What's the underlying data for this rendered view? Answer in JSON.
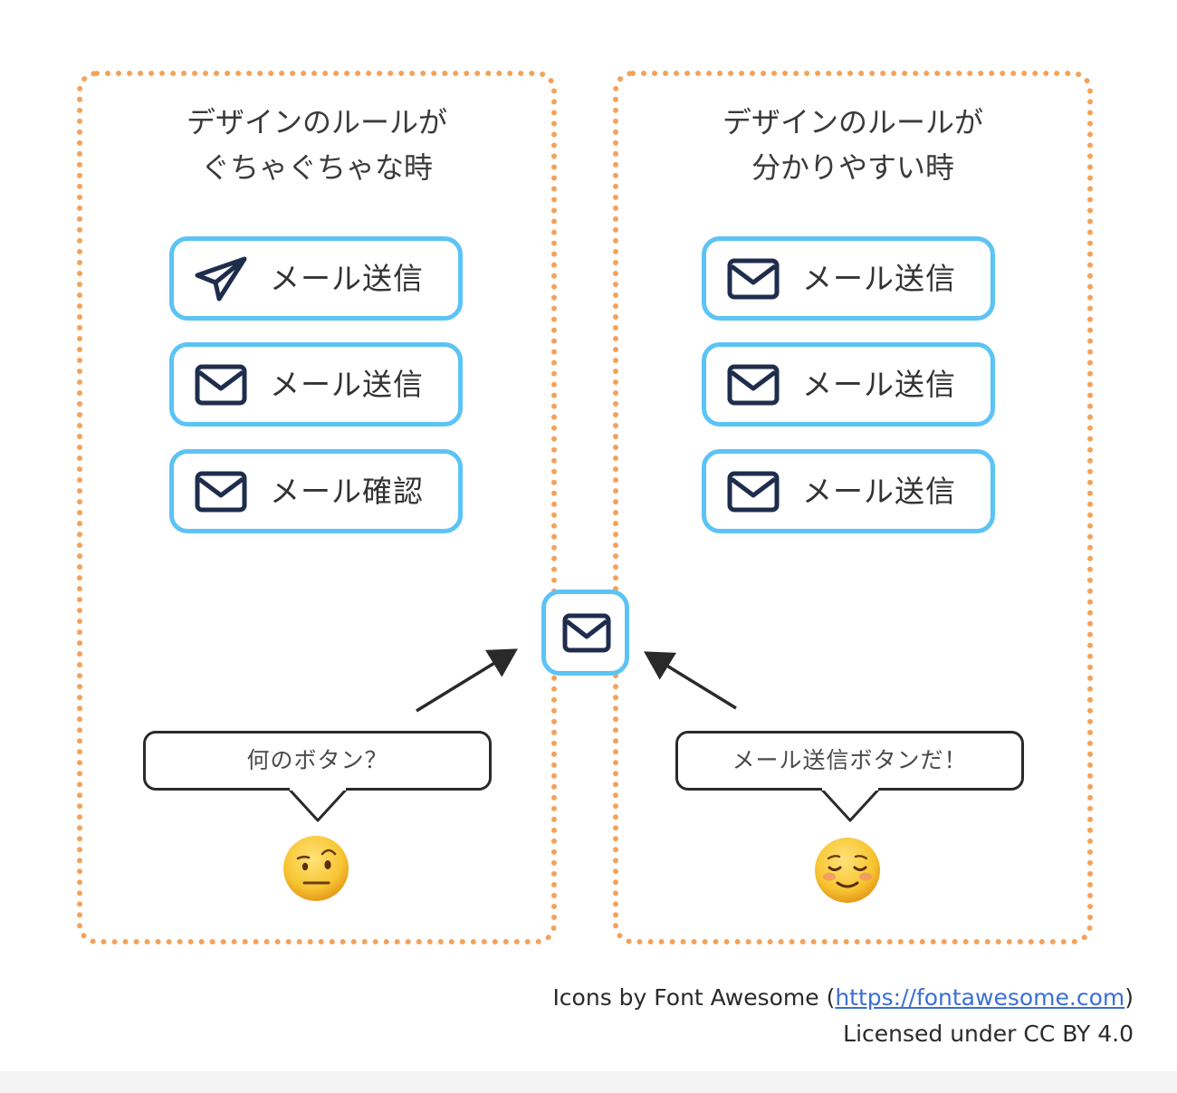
{
  "left_panel": {
    "title_line1": "デザインのルールが",
    "title_line2": "ぐちゃぐちゃな時",
    "buttons": [
      {
        "icon": "paper-plane-icon",
        "label": "メール送信"
      },
      {
        "icon": "envelope-icon",
        "label": "メール送信"
      },
      {
        "icon": "envelope-icon",
        "label": "メール確認"
      }
    ],
    "speech": "何のボタン？",
    "emoji": "face-with-raised-eyebrow"
  },
  "right_panel": {
    "title_line1": "デザインのルールが",
    "title_line2": "分かりやすい時",
    "buttons": [
      {
        "icon": "envelope-icon",
        "label": "メール送信"
      },
      {
        "icon": "envelope-icon",
        "label": "メール送信"
      },
      {
        "icon": "envelope-icon",
        "label": "メール送信"
      }
    ],
    "speech": "メール送信ボタンだ！",
    "emoji": "smiling-face"
  },
  "center_button": {
    "icon": "envelope-icon"
  },
  "credits": {
    "line1_prefix": "Icons by Font Awesome (",
    "line1_link": "https://fontawesome.com",
    "line1_suffix": ")",
    "line2": "Licensed under CC BY 4.0"
  },
  "colors": {
    "panel_border": "#f4a259",
    "button_border": "#5cc3f5",
    "icon": "#1f2d4d",
    "link": "#3b6fd8"
  }
}
